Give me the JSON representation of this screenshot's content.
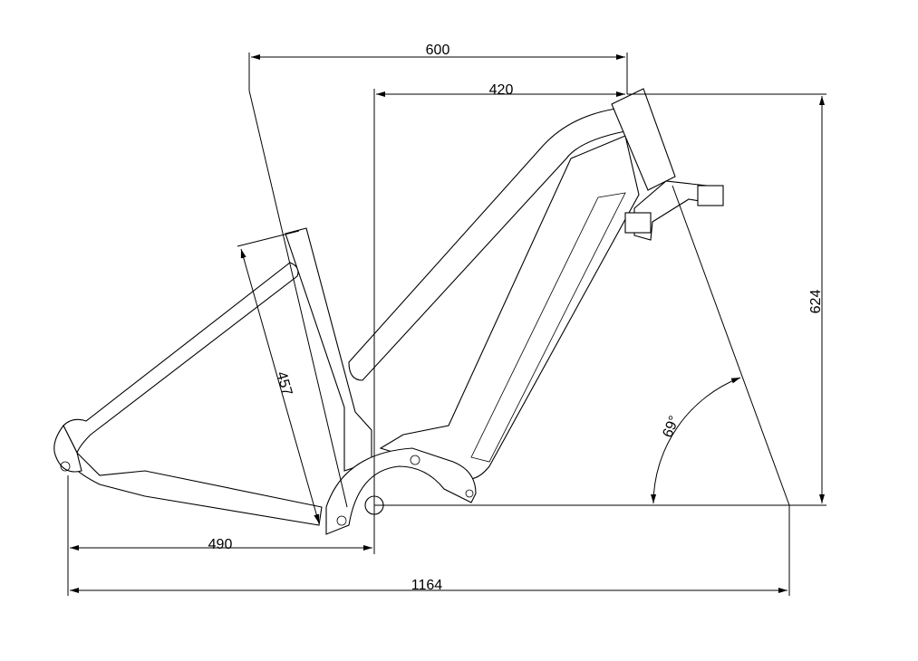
{
  "drawing": {
    "dimensions": {
      "reach_like_600": "600",
      "top_420": "420",
      "stack_624": "624",
      "seat_tube_457": "457",
      "head_angle": "69°",
      "chainstay_490": "490",
      "wheelbase_1164": "1164"
    }
  }
}
